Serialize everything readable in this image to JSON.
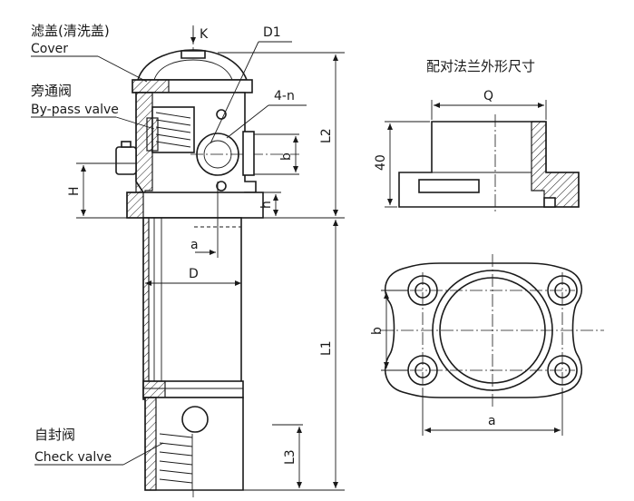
{
  "labels": {
    "cover_cn": "滤盖(清洗盖)",
    "cover_en": "Cover",
    "bypass_cn": "旁通阀",
    "bypass_en": "By-pass valve",
    "check_cn": "自封阀",
    "check_en": "Check valve",
    "view_k": "K",
    "d1": "D1",
    "holes": "4-n",
    "flange_title": "配对法兰外形尺寸"
  },
  "dimensions": {
    "l2": "L2",
    "l1": "L1",
    "l3": "L3",
    "h_upper": "H",
    "h_lower": "h",
    "b_side": "b",
    "a_main": "a",
    "d_main": "D",
    "q": "Q",
    "forty": "40",
    "b_flange": "b",
    "a_flange": "a"
  }
}
